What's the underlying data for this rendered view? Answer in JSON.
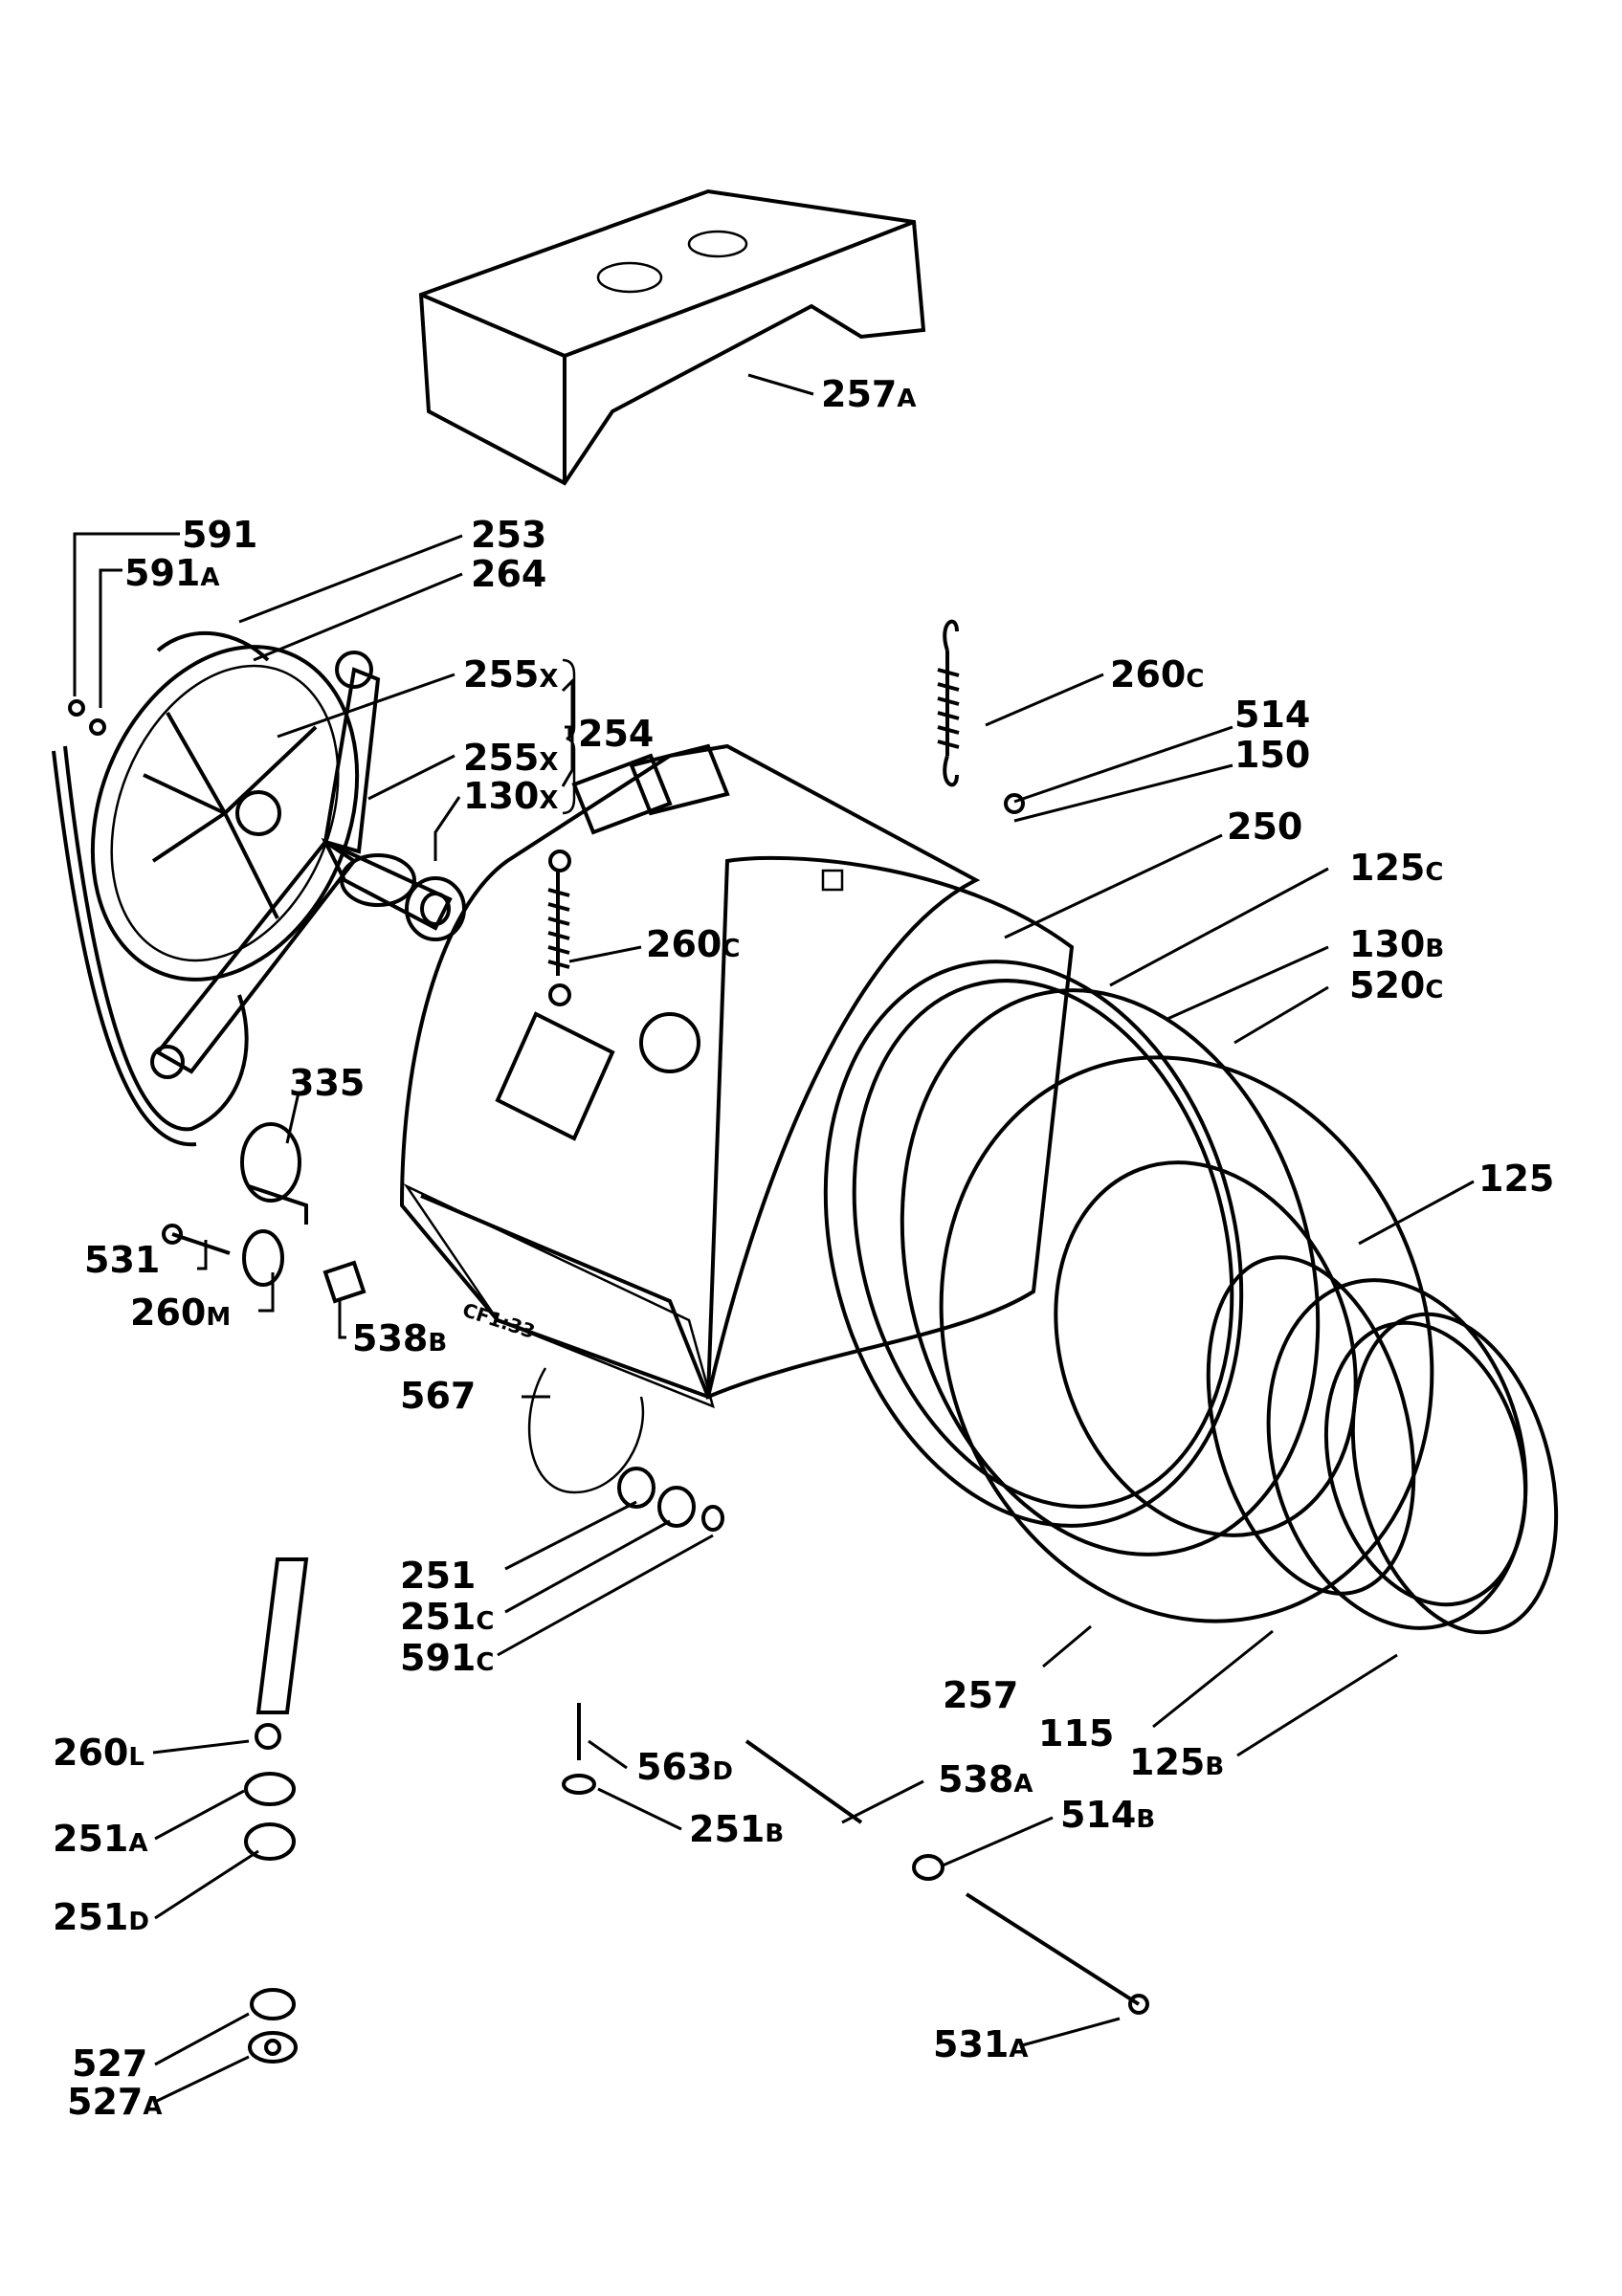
{
  "labels": [
    {
      "id": "257a",
      "num": "257",
      "suf": "A"
    },
    {
      "id": "591",
      "num": "591",
      "suf": ""
    },
    {
      "id": "591a",
      "num": "591",
      "suf": "A"
    },
    {
      "id": "253",
      "num": "253",
      "suf": ""
    },
    {
      "id": "264",
      "num": "264",
      "suf": ""
    },
    {
      "id": "255x-1",
      "num": "255",
      "suf": "X"
    },
    {
      "id": "254",
      "num": "254",
      "suf": ""
    },
    {
      "id": "255x-2",
      "num": "255",
      "suf": "X"
    },
    {
      "id": "130x",
      "num": "130",
      "suf": "X"
    },
    {
      "id": "260c-1",
      "num": "260",
      "suf": "C"
    },
    {
      "id": "514",
      "num": "514",
      "suf": ""
    },
    {
      "id": "150",
      "num": "150",
      "suf": ""
    },
    {
      "id": "250",
      "num": "250",
      "suf": ""
    },
    {
      "id": "125c",
      "num": "125",
      "suf": "C"
    },
    {
      "id": "130b",
      "num": "130",
      "suf": "B"
    },
    {
      "id": "520c",
      "num": "520",
      "suf": "C"
    },
    {
      "id": "260c-2",
      "num": "260",
      "suf": "C"
    },
    {
      "id": "335",
      "num": "335",
      "suf": ""
    },
    {
      "id": "125",
      "num": "125",
      "suf": ""
    },
    {
      "id": "531",
      "num": "531",
      "suf": ""
    },
    {
      "id": "260m",
      "num": "260",
      "suf": "M"
    },
    {
      "id": "538b",
      "num": "538",
      "suf": "B"
    },
    {
      "id": "567",
      "num": "567",
      "suf": ""
    },
    {
      "id": "251",
      "num": "251",
      "suf": ""
    },
    {
      "id": "251c",
      "num": "251",
      "suf": "C"
    },
    {
      "id": "591c",
      "num": "591",
      "suf": "C"
    },
    {
      "id": "257",
      "num": "257",
      "suf": ""
    },
    {
      "id": "115",
      "num": "115",
      "suf": ""
    },
    {
      "id": "125b",
      "num": "125",
      "suf": "B"
    },
    {
      "id": "260l",
      "num": "260",
      "suf": "L"
    },
    {
      "id": "563d",
      "num": "563",
      "suf": "D"
    },
    {
      "id": "538a",
      "num": "538",
      "suf": "A"
    },
    {
      "id": "514b",
      "num": "514",
      "suf": "B"
    },
    {
      "id": "251a",
      "num": "251",
      "suf": "A"
    },
    {
      "id": "251b",
      "num": "251",
      "suf": "B"
    },
    {
      "id": "251d",
      "num": "251",
      "suf": "D"
    },
    {
      "id": "527",
      "num": "527",
      "suf": ""
    },
    {
      "id": "531a",
      "num": "531",
      "suf": "A"
    },
    {
      "id": "527a",
      "num": "527",
      "suf": "A"
    }
  ],
  "stamp": "CF1:33",
  "colors": {
    "ink": "#000000",
    "paper": "#ffffff",
    "shade": "#bdbdbd",
    "shade_dark": "#8a8a8a"
  }
}
